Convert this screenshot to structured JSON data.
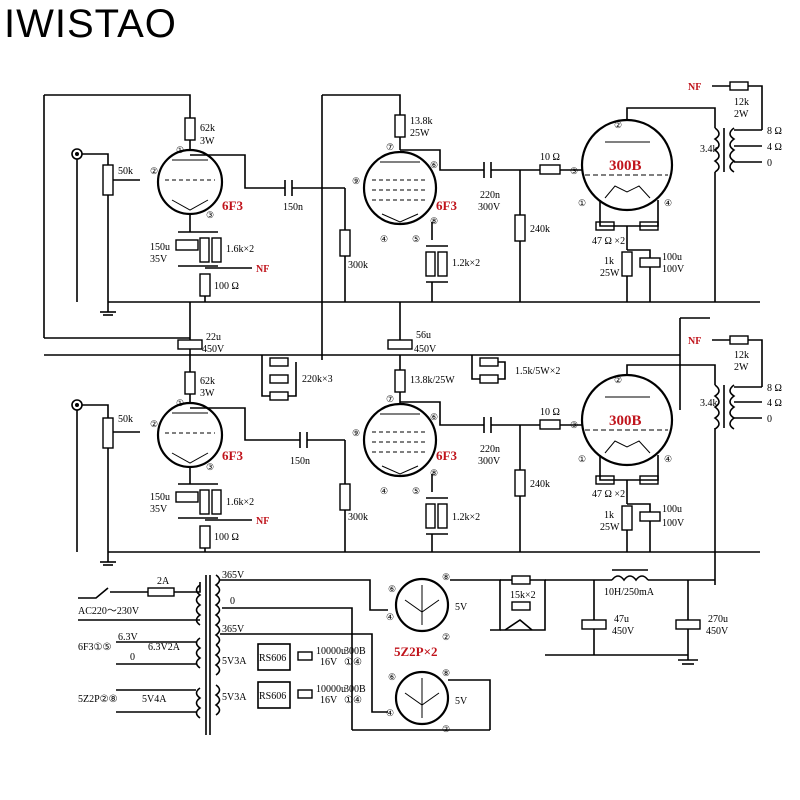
{
  "brand": "IWISTAO",
  "labels": {
    "nf": "NF",
    "r_62k": "62k",
    "r_62k_w": "3W",
    "pot_50k": "50k",
    "tube_6f3": "6F3",
    "cap_150p": "150n",
    "r_138k": "13.8k",
    "r_138k_w": "25W",
    "r_138k_25w": "13.8k/25W",
    "cap_220n": "220n",
    "cap_220n_v": "300V",
    "r_10": "10 Ω",
    "tube_300b": "300B",
    "r_240k": "240k",
    "r_300k": "300k",
    "cap_150u": "150u",
    "cap_150u_v": "35V",
    "r_16k": "1.6k×2",
    "r_100": "100 Ω",
    "r_12k2": "1.2k×2",
    "r_47": "47 Ω ×2",
    "r_1k": "1k",
    "r_1k_w": "25W",
    "cap_100u": "100u",
    "cap_100u_v": "100V",
    "r_12k": "12k",
    "r_12k_w": "2W",
    "out_8": "8 Ω",
    "out_4": "4 Ω",
    "out_0": "0",
    "t_34k": "3.4k",
    "cap_22u": "22u",
    "cap_22u_v": "450V",
    "cap_56u": "56u",
    "cap_56u_v": "450V",
    "r_220k3": "220k×3",
    "r_15k5w": "1.5k/5W×2",
    "pt_365_a": "365V",
    "pt_0": "0",
    "pt_365_b": "365V",
    "fuse_2a": "2A",
    "ac_in": "AC220～230V",
    "fil_6f3": "6F3①⑤",
    "fil_63v": "6.3V",
    "fil_0": "0",
    "fil_63v2a": "6.3V2A",
    "fil_5z2p": "5Z2P②⑧",
    "fil_5v4a": "5V4A",
    "sec_5v3a_1": "5V3A",
    "sec_5v3a_2": "5V3A",
    "rs606_1": "RS606",
    "rs606_2": "RS606",
    "cap_1000u_1": "10000u",
    "cap_1000u_1_v": "16V",
    "heat_300b_1": "300B",
    "heat_300b_1_p": "①④",
    "cap_1000u_2": "10000u",
    "cap_1000u_2_v": "16V",
    "heat_300b_2": "300B",
    "heat_300b_2_p": "①④",
    "rect_5v_1": "5V",
    "rect_5v_2": "5V",
    "tube_5z2p": "5Z2P×2",
    "r_15k2": "15k×2",
    "choke": "10H/250mA",
    "cap_47u": "47u",
    "cap_47u_v": "450V",
    "cap_270u": "270u",
    "cap_270u_v": "450V",
    "pins": {
      "p1": "①",
      "p2": "②",
      "p3": "③",
      "p4": "④",
      "p5": "⑤",
      "p6": "⑥",
      "p7": "⑦",
      "p8": "⑧",
      "p9": "⑨"
    }
  },
  "colors": {
    "accent": "#c0141c",
    "ink": "#000000"
  }
}
